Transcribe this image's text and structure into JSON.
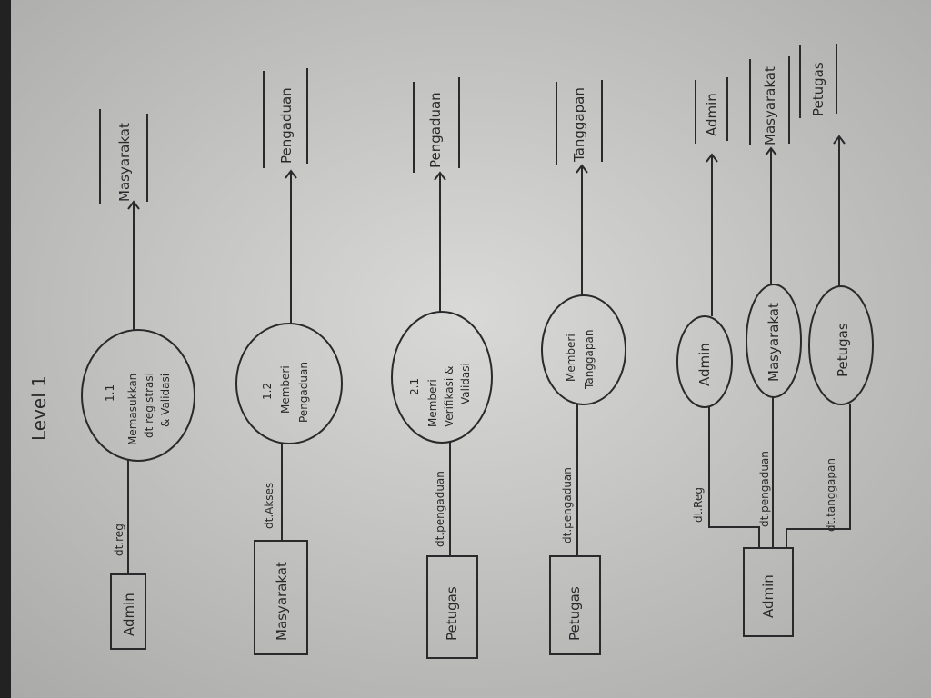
{
  "title": "Level 1",
  "rows": [
    {
      "entity": "Admin",
      "flow_in": "dt.reg",
      "process": [
        "1.1",
        "Memasukkan",
        "dt registrasi",
        "& Validasi"
      ],
      "store": "Masyarakat"
    },
    {
      "entity": "Masyarakat",
      "flow_in": "dt.Akses",
      "process": [
        "1.2",
        "Memberi",
        "Pengaduan"
      ],
      "store": "Pengaduan"
    },
    {
      "entity": "Petugas",
      "flow_in": "dt.pengaduan",
      "process": [
        "2.1",
        "Memberi",
        "Verifikasi &",
        "Validasi"
      ],
      "store": "Pengaduan"
    },
    {
      "entity": "Petugas",
      "flow_in": "dt.pengaduan",
      "process": [
        "Memberi",
        "Tanggapan"
      ],
      "store": "Tanggapan"
    }
  ],
  "bottom": {
    "entity": "Admin",
    "branches": [
      {
        "flow": "dt.Reg",
        "process": "Admin",
        "store": "Admin"
      },
      {
        "flow": "dt.pengaduan",
        "process": "Masyarakat",
        "store": "Masyarakat"
      },
      {
        "flow": "dt.tanggapan",
        "process": "Petugas",
        "store": "Petugas"
      }
    ]
  }
}
